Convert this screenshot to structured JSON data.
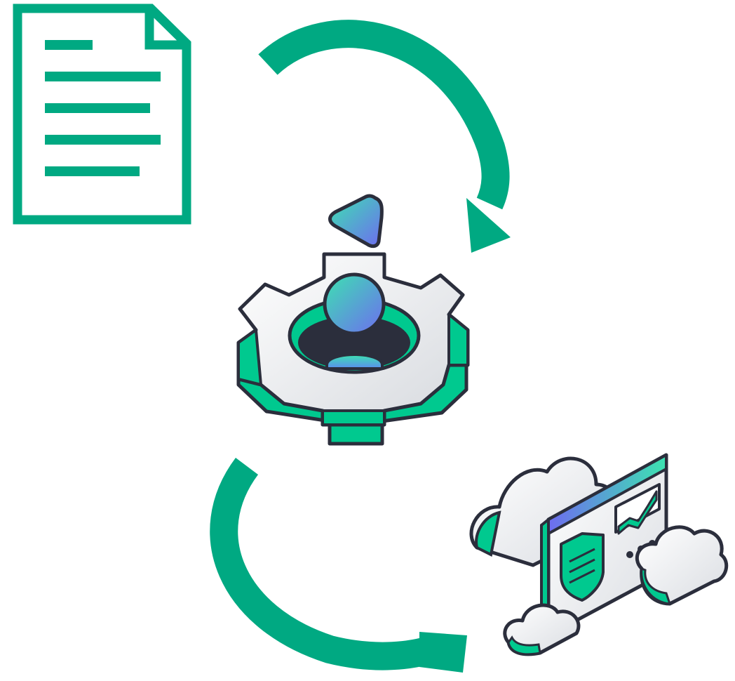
{
  "diagram": {
    "nodes": [
      {
        "id": "document",
        "icon": "document-icon"
      },
      {
        "id": "process",
        "icon": "gear-user-icon"
      },
      {
        "id": "cloud-dashboard",
        "icon": "cloud-security-dashboard-icon"
      }
    ],
    "edges": [
      {
        "from": "document",
        "to": "process",
        "icon": "curved-arrow-icon"
      },
      {
        "from": "process",
        "to": "cloud-dashboard",
        "icon": "curved-arrow-icon"
      }
    ]
  },
  "colors": {
    "accent": "#00A982",
    "dark": "#2B2E3C",
    "gear_face": "#EDEFF2",
    "gradient_start": "#3CE3B0",
    "gradient_end": "#6E6CF0"
  }
}
